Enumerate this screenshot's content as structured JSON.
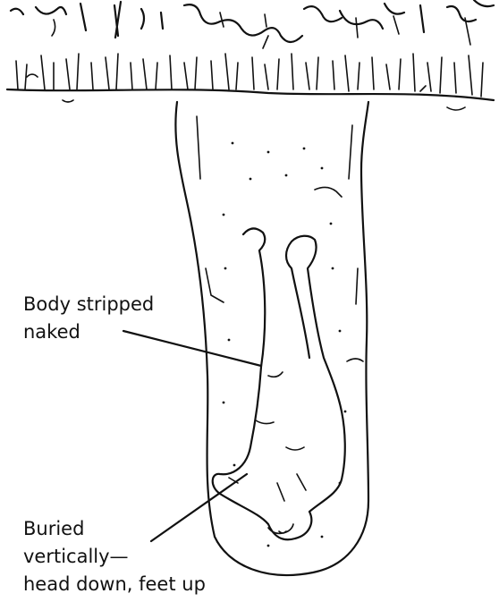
{
  "annotations": {
    "body": {
      "lines": [
        "Body stripped",
        "naked"
      ]
    },
    "burial": {
      "lines": [
        "Buried",
        "vertically—",
        "head down, feet up"
      ]
    }
  }
}
